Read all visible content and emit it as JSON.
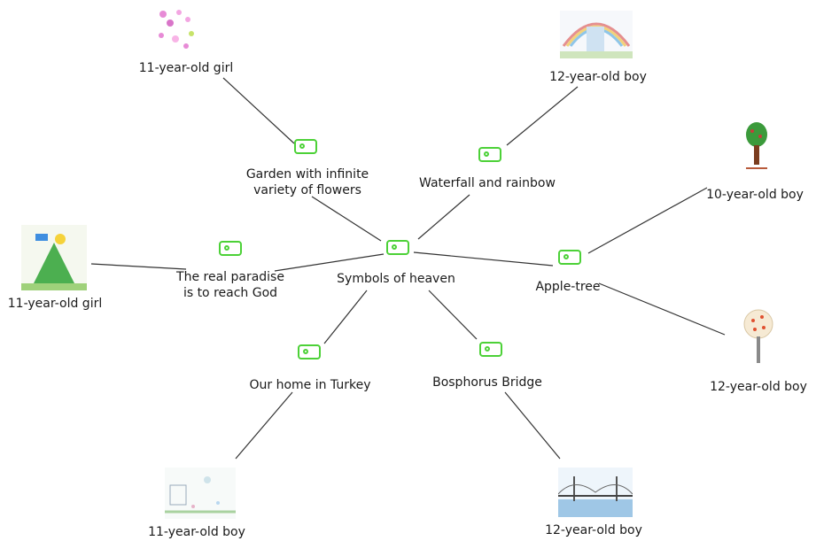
{
  "diagram": {
    "center": {
      "label": "Symbols of heaven"
    },
    "themes": [
      {
        "id": "garden",
        "line1": "Garden with infinite",
        "line2": "variety of flowers"
      },
      {
        "id": "waterfall",
        "line1": "Waterfall and rainbow",
        "line2": ""
      },
      {
        "id": "paradise",
        "line1": "The real paradise",
        "line2": "is to reach God"
      },
      {
        "id": "apple",
        "line1": "Apple-tree",
        "line2": ""
      },
      {
        "id": "home",
        "line1": "Our home in Turkey",
        "line2": ""
      },
      {
        "id": "bridge",
        "line1": "Bosphorus Bridge",
        "line2": ""
      }
    ],
    "authors": {
      "garden": "11-year-old girl",
      "waterfall": "12-year-old boy",
      "paradise": "11-year-old girl",
      "apple_1": "10-year-old boy",
      "apple_2": "12-year-old boy",
      "home": "11-year-old boy",
      "bridge": "12-year-old boy"
    },
    "colors": {
      "tag": "#4cd137",
      "line": "#333333"
    }
  }
}
